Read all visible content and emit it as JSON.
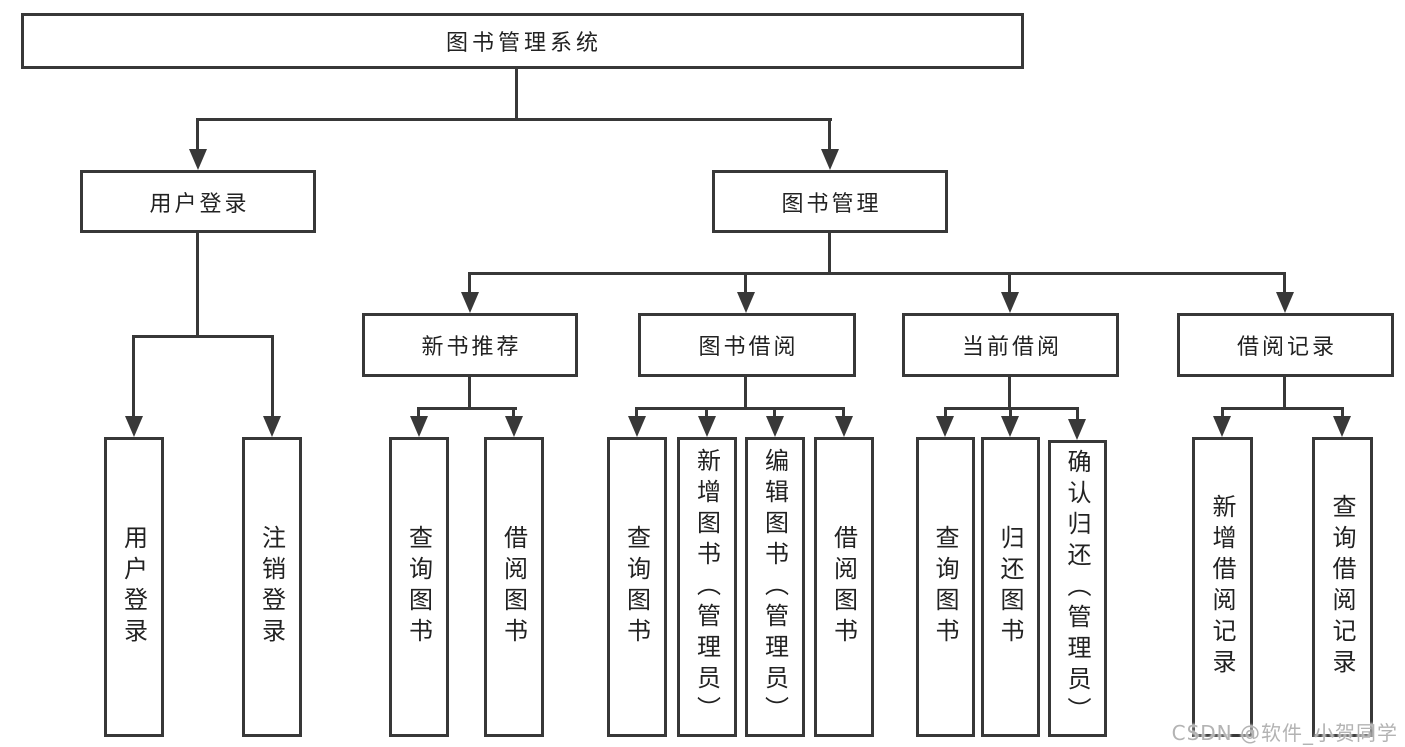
{
  "diagram": {
    "type": "hierarchy-diagram",
    "title": "图书管理系统",
    "tree": {
      "label": "图书管理系统",
      "children": [
        {
          "label": "用户登录",
          "children": [
            {
              "label": "用户登录"
            },
            {
              "label": "注销登录"
            }
          ]
        },
        {
          "label": "图书管理",
          "children": [
            {
              "label": "新书推荐",
              "children": [
                {
                  "label": "查询图书"
                },
                {
                  "label": "借阅图书"
                }
              ]
            },
            {
              "label": "图书借阅",
              "children": [
                {
                  "label": "查询图书"
                },
                {
                  "label": "新增图书（管理员）"
                },
                {
                  "label": "编辑图书（管理员）"
                },
                {
                  "label": "借阅图书"
                }
              ]
            },
            {
              "label": "当前借阅",
              "children": [
                {
                  "label": "查询图书"
                },
                {
                  "label": "归还图书"
                },
                {
                  "label": "确认归还（管理员）"
                }
              ]
            },
            {
              "label": "借阅记录",
              "children": [
                {
                  "label": "新增借阅记录"
                },
                {
                  "label": "查询借阅记录"
                }
              ]
            }
          ]
        }
      ]
    },
    "colors": {
      "line": "#383838",
      "background": "#ffffff",
      "text": "#222222"
    }
  },
  "watermark": {
    "text": "CSDN @软件_小贺同学",
    "color": "#b3b3b3"
  }
}
